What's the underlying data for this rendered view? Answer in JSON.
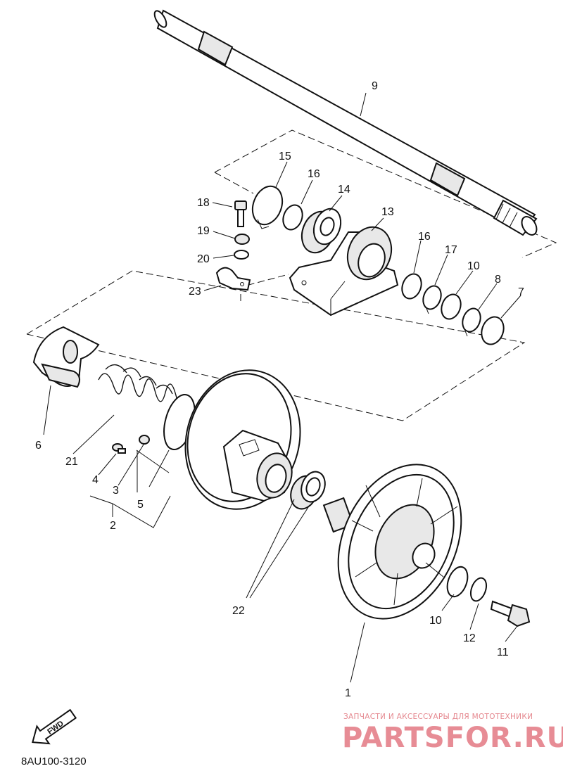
{
  "parts": {
    "p1": "1",
    "p2": "2",
    "p3": "3",
    "p4": "4",
    "p5": "5",
    "p6": "6",
    "p7": "7",
    "p8": "8",
    "p9": "9",
    "p10a": "10",
    "p10b": "10",
    "p11": "11",
    "p12": "12",
    "p13": "13",
    "p14": "14",
    "p15": "15",
    "p16a": "16",
    "p16b": "16",
    "p17": "17",
    "p18": "18",
    "p19": "19",
    "p20": "20",
    "p21": "21",
    "p22": "22",
    "p23": "23"
  },
  "fwd_label": "FWD",
  "drawing_code": "8AU100-3120",
  "watermark": {
    "tagline": "ЗАПЧАСТИ И АКСЕССУАРЫ ДЛЯ МОТОТЕХНИКИ",
    "site": "PARTSFOR.RU"
  },
  "colors": {
    "ink": "#111111",
    "watermark": "#e78c95"
  }
}
